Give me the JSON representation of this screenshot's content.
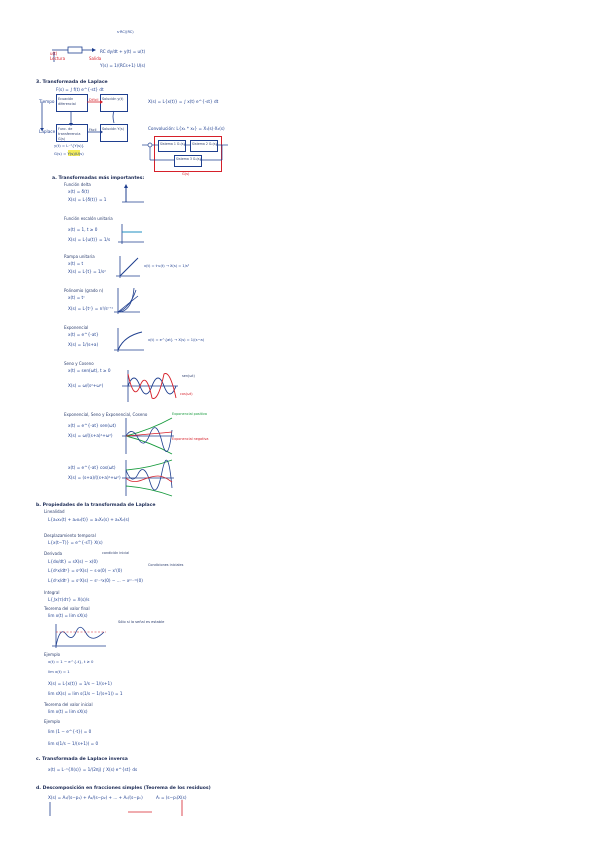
{
  "top": {
    "fraction": "s·RC/(RC)",
    "label_left": "u(t)",
    "label_left2": "Lectura",
    "label_right": "Salida",
    "eq1": "RC dy/dt + y(t) = u(t)",
    "eq2": "Y(s) = 1/(RCs+1) U(s)"
  },
  "sec3": {
    "title": "3. Transformada de Laplace",
    "formula": "F(s) = ∫ f(t) e^{-st} dt",
    "tiempo": "Tiempo",
    "laplace": "Laplace",
    "box1": "Ecuación diferencial",
    "box2": "Solución y(t)",
    "box3": "Func. de transferencia G(s)",
    "box4": "Solución Y(s)",
    "arrow1": "Difícil",
    "arrow2": "Fácil",
    "note1": "y(t) = L⁻¹{Y(s)}",
    "gs": "G(s) = Y(s)/U(s)",
    "def_title": "X(s) = L{x(t)} = ∫ x(t) e^{-st} dt",
    "conv": "Convolución: L{x₁ * x₂} = X₁(s)·X₂(s)",
    "sys1": "Sistema 1 G₁(s)",
    "sys2": "Sistema 2 G₂(s)",
    "sys3": "Sistema 3 G₃(s)",
    "gtot": "G(s)"
  },
  "secA": {
    "title": "a. Transformadas más importantes:",
    "items": [
      {
        "name": "Función delta",
        "f1": "x(t) = δ(t)",
        "f2": "X(s) = L{δ(t)} = 1"
      },
      {
        "name": "Función escalón unitaria",
        "f1": "x(t) = 1, t ≥ 0",
        "f2": "X(s) = L{u(t)} = 1/s"
      },
      {
        "name": "Rampa unitaria",
        "f1": "x(t) = t",
        "f2": "X(s) = L{t} = 1/s²"
      },
      {
        "name": "Polinomio (grado n)",
        "f1": "x(t) = tⁿ",
        "f2": "X(s) = L{tⁿ} = n!/sⁿ⁺¹"
      },
      {
        "name": "Exponencial",
        "f1": "x(t) = e^{-at}",
        "f2": "X(s) = 1/(s+a)"
      },
      {
        "name": "Seno y Coseno",
        "f1": "x(t) = sen(ωt), t ≥ 0",
        "f2": "X(s) = ω/(s²+ω²)"
      },
      {
        "name": "Exponencial, Seno y Exponencial, Coseno",
        "f1": "x(t) = e^{-at} sen(ωt)",
        "f2": "X(s) = ω/((s+a)²+ω²)"
      }
    ],
    "ramp_note": "x(t) = t·u(t) → X(s) = 1/s²",
    "exp_note": "x(t) = e^{at} → X(s) = 1/(s−a)",
    "sin_label": "sen(ωt)",
    "cos_label": "cos(ωt)",
    "env_up": "Exponencial positiva",
    "env_down": "Exponencial negativa",
    "cos_formula1": "x(t) = e^{-at} cos(ωt)",
    "cos_formula2": "X(s) = (s+a)/((s+a)²+ω²)"
  },
  "secB": {
    "title": "b. Propiedades de la transformada de Laplace",
    "props": [
      {
        "name": "Linealidad",
        "f": "L{a₁x₁(t) + a₂x₂(t)} = a₁X₁(s) + a₂X₂(s)"
      },
      {
        "name": "Desplazamiento temporal",
        "f": "L{x(t−T)} = e^{-sT} X(s)"
      },
      {
        "name": "Derivada",
        "f": "L{dx/dt} = sX(s) − x(0)"
      },
      {
        "name": "Integral",
        "f": "L{∫x(τ)dτ} = X(s)/s"
      },
      {
        "name": "Teorema del valor final",
        "f": "lim x(t) = lim sX(s)"
      },
      {
        "name": "Ejemplo",
        "f": "X(s) = L{x(t)} = 1/s − 1/(s+1)"
      },
      {
        "name": "Teorema del valor inicial",
        "f": "lim x(t) = lim sX(s)"
      },
      {
        "name": "Ejemplo",
        "f": "lim (1 − e^{-t}) = 0"
      }
    ],
    "deriv_note1": "condición inicial",
    "deriv_note2": "Condiciones iniciales",
    "final_note": "Sólo si la señal es estable"
  },
  "secC": {
    "title": "c. Transformada de Laplace inversa",
    "f": "x(t) = L⁻¹{X(s)} = 1/(2πj) ∫ X(s) e^{st} ds"
  },
  "secD": {
    "title": "d. Descomposición en fracciones simples (Teorema de los residuos)",
    "f": "X(s) = A₁/(s−p₁) + A₂/(s−p₂) + ... + Aₙ/(s−pₙ)",
    "side": "Aᵢ = (s−pᵢ)X(s)"
  }
}
